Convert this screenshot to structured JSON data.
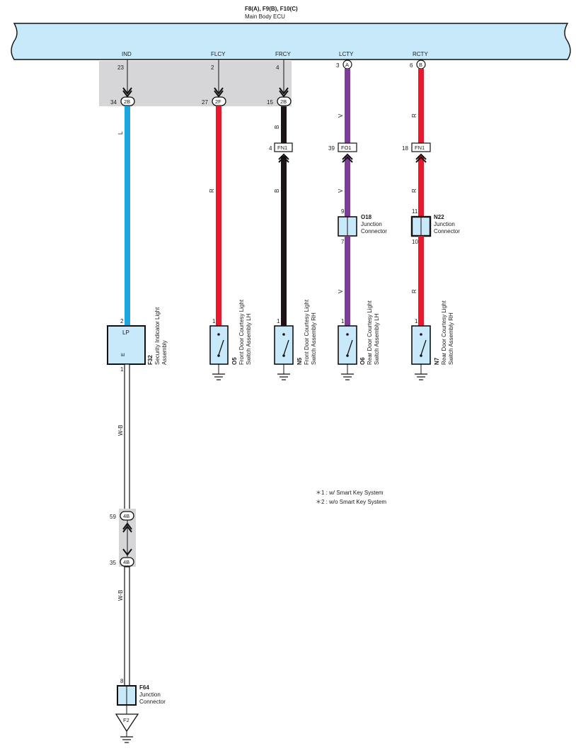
{
  "ecu": {
    "connectors": "F8(A), F9(B), F10(C)",
    "name": "Main Body ECU",
    "terminals": [
      {
        "label": "IND",
        "pin": "23"
      },
      {
        "label": "FLCY",
        "pin": "2"
      },
      {
        "label": "FRCY",
        "pin": "4"
      },
      {
        "label": "LCTY",
        "pin": "3",
        "conn": "A"
      },
      {
        "label": "RCTY",
        "pin": "6",
        "conn": "B"
      }
    ]
  },
  "junction_pins": [
    {
      "pin": "34",
      "conn": "2B"
    },
    {
      "pin": "27",
      "conn": "2F"
    },
    {
      "pin": "15",
      "conn": "2B"
    }
  ],
  "wire_colors": {
    "ind": "#1AA7E0",
    "flcy": "#E8192C",
    "frcy": "#1C1416",
    "lcty": "#7D3C98",
    "rcty": "#E8192C",
    "ecu_fill": "#C8E9F9",
    "junction_box_fill": "#D6D6D8"
  },
  "wire_labels": {
    "ind": "L",
    "flcy": "R",
    "frcy": [
      "B",
      "B"
    ],
    "lcty": [
      "V",
      "V",
      "V"
    ],
    "rcty": [
      "R",
      "R",
      "R"
    ],
    "gnd1": "W-B",
    "gnd2": "W-B"
  },
  "inline_connectors": [
    {
      "pin": "4",
      "name": "FN1"
    },
    {
      "pin": "39",
      "name": "FO1"
    },
    {
      "pin": "18",
      "name": "FN1"
    }
  ],
  "junction_connectors": [
    {
      "id": "O18",
      "desc": [
        "Junction",
        "Connector"
      ],
      "pin_in": "9",
      "pin_out": "7"
    },
    {
      "id": "N22",
      "desc": [
        "Junction",
        "Connector"
      ],
      "pin_in": "11",
      "pin_out": "10"
    }
  ],
  "indicator": {
    "id": "F32",
    "desc": [
      "Security Indicator Light",
      "Assembly"
    ],
    "lp": "LP",
    "e": "E",
    "pin_top": "2",
    "pin_bottom": "1"
  },
  "switches": [
    {
      "id": "O5",
      "desc": [
        "Front Door Courtesy Light",
        "Switch Assembly LH"
      ],
      "pin": "1"
    },
    {
      "id": "N5",
      "desc": [
        "Front Door Courtesy Light",
        "Switch Assembly RH"
      ],
      "pin": "1"
    },
    {
      "id": "O6",
      "desc": [
        "Rear Door Courtesy Light",
        "Switch Assembly LH"
      ],
      "pin": "1"
    },
    {
      "id": "N7",
      "desc": [
        "Rear Door Courtesy Light",
        "Switch Assembly RH"
      ],
      "pin": "1"
    }
  ],
  "lower_junction": {
    "top": {
      "pin": "59",
      "conn": "4B"
    },
    "bottom": {
      "pin": "35",
      "conn": "4B"
    }
  },
  "f64": {
    "id": "F64",
    "desc": [
      "Junction",
      "Connector"
    ],
    "pin": "8",
    "ground": "F2"
  },
  "notes": [
    "＊1 : w/ Smart Key System",
    "＊2 : w/o Smart Key System"
  ]
}
